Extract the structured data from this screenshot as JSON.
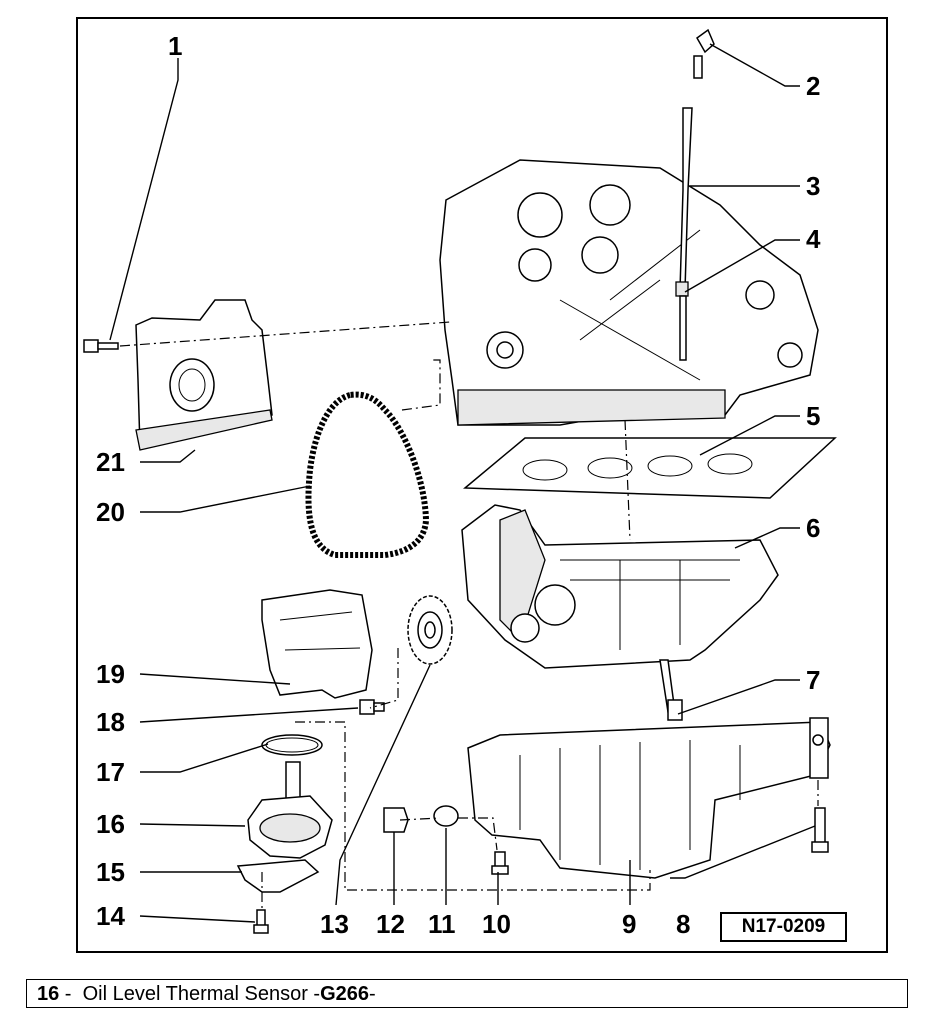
{
  "diagram": {
    "reference_code": "N17-0209",
    "callouts": [
      "1",
      "2",
      "3",
      "4",
      "5",
      "6",
      "7",
      "8",
      "9",
      "10",
      "11",
      "12",
      "13",
      "14",
      "15",
      "16",
      "17",
      "18",
      "19",
      "20",
      "21"
    ]
  },
  "caption": {
    "number": "16",
    "separator": " -  ",
    "text": "Oil Level Thermal Sensor -",
    "code": "G266",
    "suffix": "-"
  }
}
